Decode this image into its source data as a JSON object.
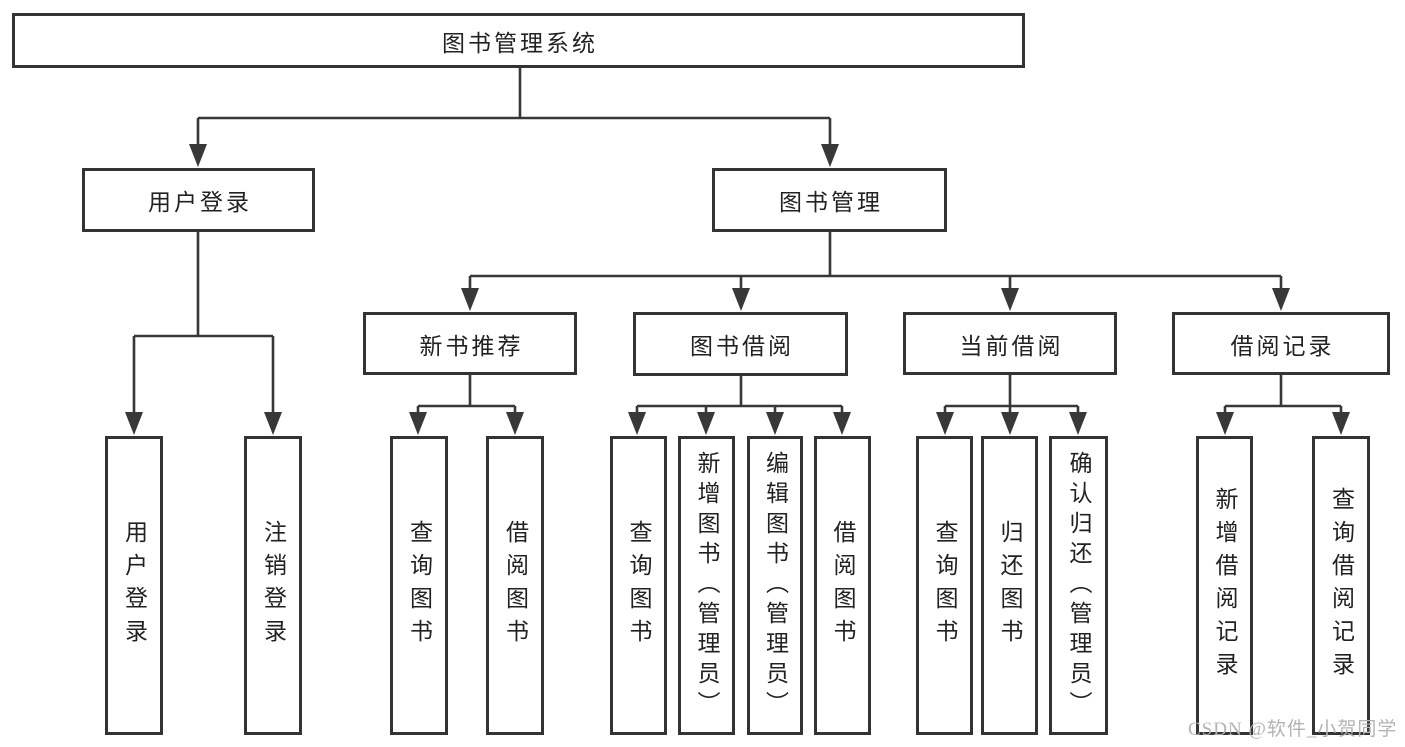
{
  "diagram": {
    "type": "tree",
    "title": "图书管理系统",
    "watermark": "CSDN @软件_小贺同学",
    "colors": {
      "line": "#383838",
      "box_border": "#333333",
      "box_fill": "#ffffff",
      "text": "#222222",
      "watermark_text": "#b4b4b4",
      "background": "#ffffff"
    }
  },
  "nodes": {
    "root": {
      "label": "图书管理系统"
    },
    "user_login": {
      "label": "用户登录"
    },
    "book_mgmt": {
      "label": "图书管理"
    },
    "new_book_rec": {
      "label": "新书推荐"
    },
    "book_borrow": {
      "label": "图书借阅"
    },
    "current_borrow": {
      "label": "当前借阅"
    },
    "borrow_record": {
      "label": "借阅记录"
    },
    "user_login_leaf": {
      "label": "用户登录"
    },
    "logout_leaf": {
      "label": "注销登录"
    },
    "nb_query_book": {
      "label": "查询图书"
    },
    "nb_borrow_book": {
      "label": "借阅图书"
    },
    "bb_query_book": {
      "label": "查询图书"
    },
    "bb_add_book": {
      "label": "新增图书（管理员）"
    },
    "bb_edit_book": {
      "label": "编辑图书（管理员）"
    },
    "bb_borrow_book": {
      "label": "借阅图书"
    },
    "cb_query_book": {
      "label": "查询图书"
    },
    "cb_return_book": {
      "label": "归还图书"
    },
    "cb_confirm_return": {
      "label": "确认归还（管理员）"
    },
    "br_add_record": {
      "label": "新增借阅记录"
    },
    "br_query_record": {
      "label": "查询借阅记录"
    }
  },
  "hierarchy": {
    "图书管理系统": {
      "用户登录": [
        "用户登录",
        "注销登录"
      ],
      "图书管理": {
        "新书推荐": [
          "查询图书",
          "借阅图书"
        ],
        "图书借阅": [
          "查询图书",
          "新增图书（管理员）",
          "编辑图书（管理员）",
          "借阅图书"
        ],
        "当前借阅": [
          "查询图书",
          "归还图书",
          "确认归还（管理员）"
        ],
        "借阅记录": [
          "新增借阅记录",
          "查询借阅记录"
        ]
      }
    }
  }
}
